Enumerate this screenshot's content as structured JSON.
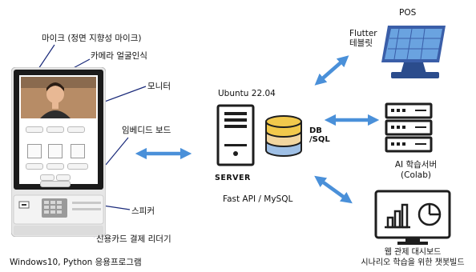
{
  "kiosk": {
    "labels": {
      "mic": "마이크 (정면 지향성 마이크)",
      "camera": "카메라 얼굴인식",
      "monitor": "모니터",
      "embedded": "임베디드 보드",
      "speaker": "스피커",
      "card_reader": "신용카드 결제 리더기",
      "caption": "Windows10, Python 응용프로그램"
    }
  },
  "server": {
    "os": "Ubuntu 22.04",
    "name": "SERVER",
    "stack": "Fast API / MySQL",
    "db_line1": "DB",
    "db_line2": "/SQL"
  },
  "pos": {
    "title": "POS",
    "flutter": "Flutter",
    "tablet": "테블릿"
  },
  "ai": {
    "line1": "AI 학습서버",
    "line2": "(Colab)"
  },
  "dashboard": {
    "line1": "웹 관제 대시보드",
    "line2": "시나리오 학습을 위한 챗봇빌드"
  },
  "colors": {
    "arrow": "#4a90d9",
    "pos_screen": "#6aa3e0",
    "db_top": "#f2c94c",
    "db_mid": "#f2d6a0",
    "db_bottom": "#9fc0e6"
  }
}
